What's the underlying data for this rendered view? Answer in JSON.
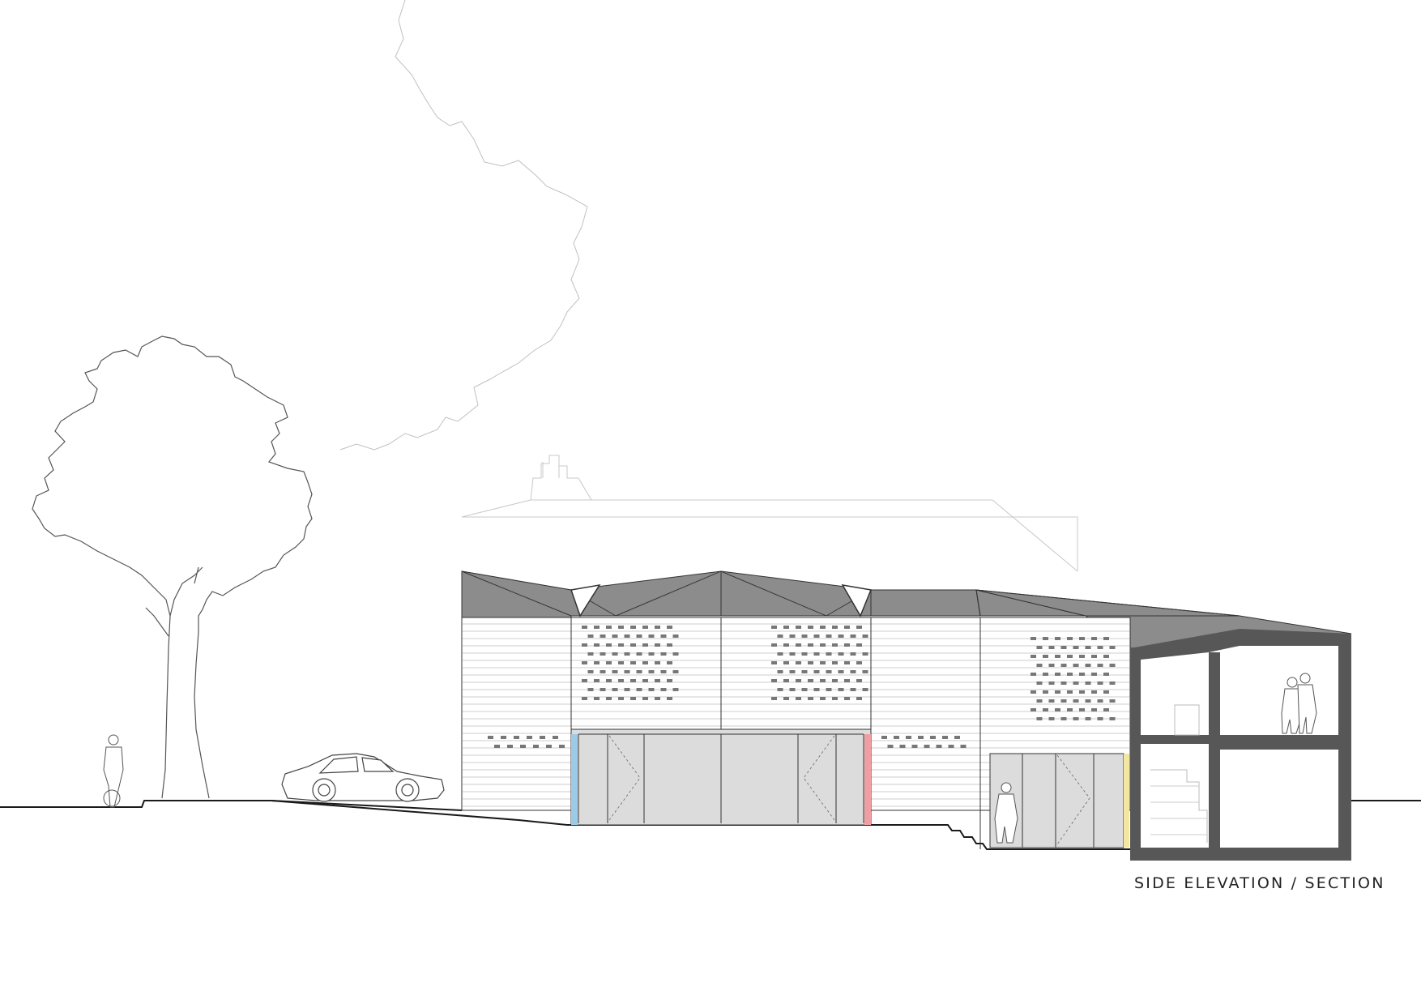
{
  "drawing": {
    "caption": "SIDE ELEVATION / SECTION"
  },
  "colors": {
    "line": "#1a1a1a",
    "faint_line": "#c8c8c8",
    "roof": "#8c8c8c",
    "glazing": "#dcdcdc",
    "section_wall": "#575757",
    "jamb_blue": "#9ccbe8",
    "jamb_red": "#ef9ea3",
    "jamb_yellow": "#f2e6a0"
  },
  "entourage": [
    "tree-outline",
    "cyclist-figure",
    "car-outline",
    "standing-figure",
    "couple-figures"
  ]
}
